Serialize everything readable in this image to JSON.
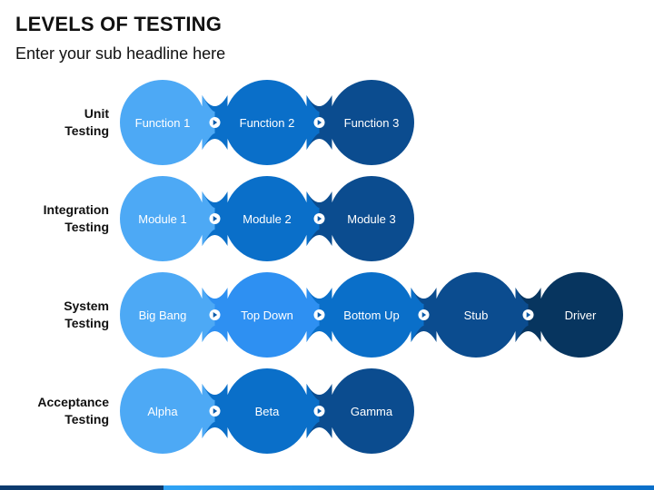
{
  "header": {
    "title": "LEVELS OF TESTING",
    "subtitle": "Enter your sub headline here"
  },
  "colors": {
    "light": "#4DA9F5",
    "mid": "#1E8CF0",
    "medium": "#0A6FC9",
    "dark": "#0A5AAA",
    "darker": "#0B4C8F",
    "darkest": "#07355F",
    "connector": "#ffffff",
    "connector_arrow": "#0A5AAA",
    "bar_dark": "#0B3A6E",
    "bar_light": "#2FA3F5"
  },
  "rows": [
    {
      "label_line1": "Unit",
      "label_line2": "Testing",
      "nodes": [
        {
          "label": "Function 1",
          "color": "#4DA9F5"
        },
        {
          "label": "Function 2",
          "color": "#0A6FC9"
        },
        {
          "label": "Function 3",
          "color": "#0B4C8F"
        }
      ]
    },
    {
      "label_line1": "Integration",
      "label_line2": "Testing",
      "nodes": [
        {
          "label": "Module 1",
          "color": "#4DA9F5"
        },
        {
          "label": "Module 2",
          "color": "#0A6FC9"
        },
        {
          "label": "Module 3",
          "color": "#0B4C8F"
        }
      ]
    },
    {
      "label_line1": "System",
      "label_line2": "Testing",
      "nodes": [
        {
          "label": "Big Bang",
          "color": "#4DA9F5"
        },
        {
          "label": "Top Down",
          "color": "#2E90F2"
        },
        {
          "label": "Bottom Up",
          "color": "#0A6FC9"
        },
        {
          "label": "Stub",
          "color": "#0B4C8F"
        },
        {
          "label": "Driver",
          "color": "#07355F"
        }
      ]
    },
    {
      "label_line1": "Acceptance",
      "label_line2": "Testing",
      "nodes": [
        {
          "label": "Alpha",
          "color": "#4DA9F5"
        },
        {
          "label": "Beta",
          "color": "#0A6FC9"
        },
        {
          "label": "Gamma",
          "color": "#0B4C8F"
        }
      ]
    }
  ]
}
